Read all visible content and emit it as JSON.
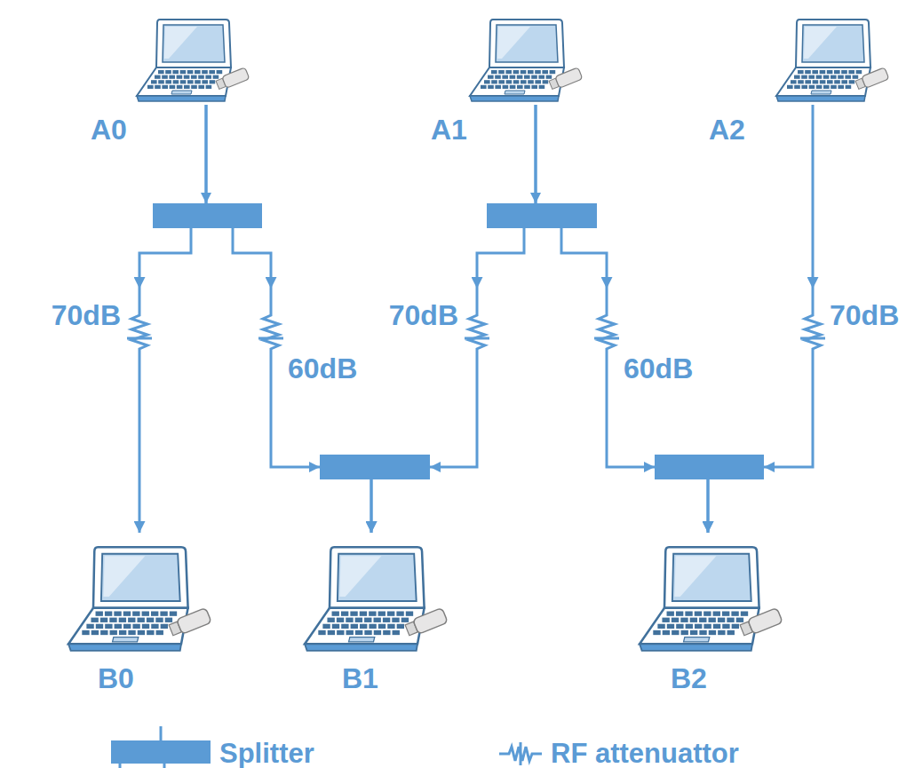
{
  "diagram": {
    "nodes": [
      {
        "text": [
          "A0"
        ]
      },
      {
        "text": [
          "A1"
        ]
      },
      {
        "text": [
          "A2"
        ]
      },
      {
        "text": [
          "70dB"
        ]
      },
      {
        "text": [
          "60dB"
        ]
      },
      {
        "text": [
          "70dB"
        ]
      },
      {
        "text": [
          "60dB"
        ]
      },
      {
        "text": [
          "70dB"
        ]
      },
      {
        "text": [
          "B0"
        ]
      },
      {
        "text": [
          "B1"
        ]
      },
      {
        "text": [
          "B2"
        ]
      }
    ],
    "edges": [
      {
        "from": 0,
        "to": 3,
        "arrow": "to"
      },
      {
        "from": 0,
        "to": 4,
        "arrow": "to"
      },
      {
        "from": 1,
        "to": 5,
        "arrow": "to"
      },
      {
        "from": 1,
        "to": 6,
        "arrow": "to"
      },
      {
        "from": 2,
        "to": 7,
        "arrow": "to"
      },
      {
        "from": 3,
        "to": 8,
        "arrow": "to"
      },
      {
        "from": 4,
        "to": 9,
        "arrow": "to"
      },
      {
        "from": 5,
        "to": 9,
        "arrow": "to"
      },
      {
        "from": 6,
        "to": 10,
        "arrow": "to"
      },
      {
        "from": 7,
        "to": 10,
        "arrow": "to"
      }
    ],
    "legend": [
      {
        "text": "Splitter"
      },
      {
        "text": "RF attenuattor"
      }
    ]
  }
}
